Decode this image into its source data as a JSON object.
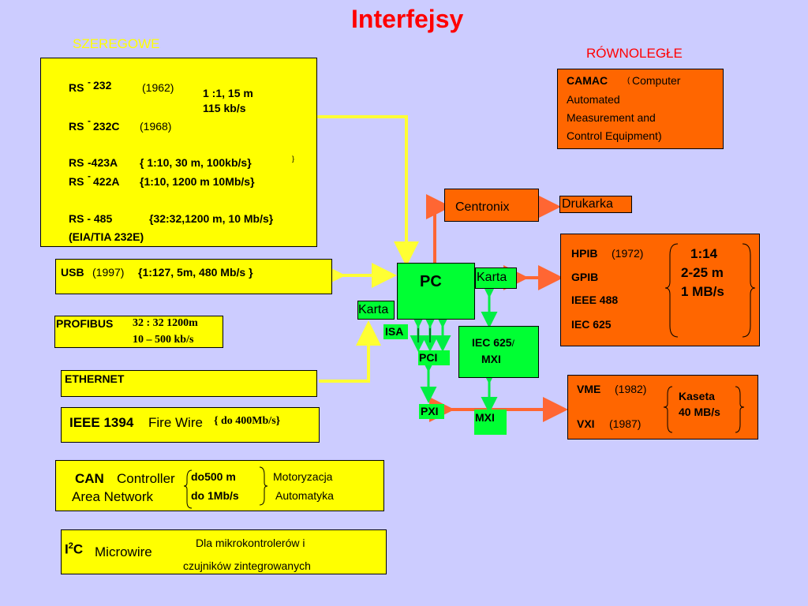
{
  "title": "Interfejsy",
  "serial": {
    "heading": "SZEREGOWE",
    "rs232": {
      "name": "RS",
      "dash": "-",
      "num": "232",
      "year": "(1962)",
      "spec1": "1 :1, 15 m",
      "spec2": "115 kb/s"
    },
    "rs232c": {
      "name": "RS",
      "dash": "-",
      "num": "232C",
      "year": "(1968)"
    },
    "rs423a": {
      "name": "RS",
      "num": "-423A",
      "spec": "{  1:10, 30 m, 100kb/s}",
      "extra": "}"
    },
    "rs422a": {
      "name": "RS",
      "dash": "-",
      "num": "422A",
      "spec": "{1:10, 1200 m 10Mb/s}"
    },
    "rs485": {
      "name": "RS - 485",
      "spec": "{32:32,1200 m, 10 Mb/s}",
      "sub": "(EIA/TIA 232E)"
    },
    "usb": {
      "name": "USB",
      "year": "(1997)",
      "spec": "{1:127, 5m, 480 Mb/s }"
    },
    "profibus": {
      "name": "PROFIBUS",
      "spec1": "32 : 32    1200m",
      "spec2": "10 – 500 kb/s"
    },
    "ethernet": {
      "name": "ETHERNET"
    },
    "ieee1394": {
      "name": "IEEE 1394",
      "alt": "Fire Wire",
      "spec": "{ do 400Mb/s}"
    },
    "can": {
      "name": "CAN",
      "line1": "Controller",
      "line2": "Area Network",
      "spec1": "do500 m",
      "spec2": "do 1Mb/s",
      "use1": "Motoryzacja",
      "use2": "Automatyka"
    },
    "i2c": {
      "name": "I",
      "sup": "2",
      "tail": "C",
      "alt": "Microwire",
      "desc1": "Dla mikrokontrolerów i",
      "desc2": "czujników zintegrowanych"
    }
  },
  "parallel": {
    "heading": "RÓWNOLEGŁE",
    "camac": {
      "name": "CAMAC",
      "paren": "(",
      "line1": "Computer",
      "line2": "Automated",
      "line3": "Measurement and",
      "line4": "Control Equipment)"
    },
    "centronix": "Centronix",
    "drukarka": "Drukarka",
    "hpib": {
      "name": "HPIB",
      "year": "(1972)",
      "gpib": "GPIB",
      "ieee488": "IEEE 488",
      "iec625": "IEC 625",
      "spec1": "1:14",
      "spec2": "2-25 m",
      "spec3": "1 MB/s"
    },
    "vme": {
      "name": "VME",
      "year": "(1982)",
      "vxi": "VXI",
      "vxi_year": "(1987)",
      "spec1": "Kaseta",
      "spec2": "40 MB/s"
    }
  },
  "center": {
    "pc": "PC",
    "karta_right": "Karta",
    "karta_left": "Karta",
    "isa": "ISA",
    "pci": "PCI",
    "pxi": "PXI",
    "mxi": "MXI",
    "iec_line1": "IEC 625",
    "iec_slash": "/",
    "iec_line2": "MXI"
  },
  "colors": {
    "background": "#ccccff",
    "serial_box": "#ffff00",
    "parallel_box": "#ff6600",
    "bus_box": "#00ff33",
    "title": "#ff0000",
    "heading_serial": "#ffff00",
    "heading_parallel": "#ff0000",
    "connector_yellow": "#ffff33",
    "connector_orange": "#ff6633",
    "connector_green": "#00ee44"
  }
}
